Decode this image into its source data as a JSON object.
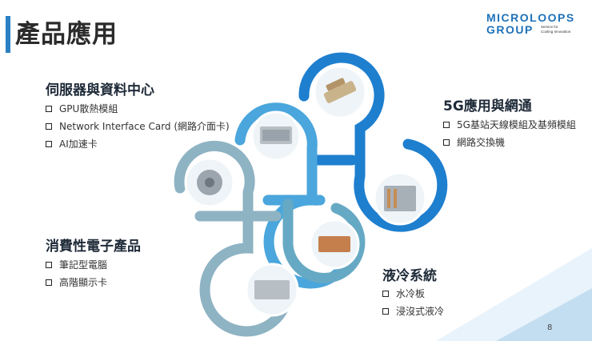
{
  "slide": {
    "title": "產品應用",
    "page_number": "8"
  },
  "logo": {
    "line1": "MICROLOOPS",
    "line2": "GROUP",
    "tagline1": "Service for",
    "tagline2": "Cooling Innovation"
  },
  "sections": [
    {
      "heading": "伺服器與資料中心",
      "items": [
        "GPU散熱模組",
        "Network Interface Card (網路介面卡)",
        "AI加速卡"
      ]
    },
    {
      "heading": "5G應用與網通",
      "items": [
        "5G基站天線模組及基頻模組",
        "網路交換機"
      ]
    },
    {
      "heading": "消費性電子產品",
      "items": [
        "筆記型電腦",
        "高階顯示卡"
      ]
    },
    {
      "heading": "液冷系統",
      "items": [
        "水冷板",
        "浸沒式液冷"
      ]
    }
  ],
  "colors": {
    "title_accent": "#2980c3",
    "brand": "#1f72b8",
    "loop_dark_blue": "#1e7fcf",
    "loop_mid_blue": "#4aa6dc",
    "loop_teal": "#66a9c4",
    "loop_grey": "#8eb3c3",
    "corner_light": "#e9f3fb",
    "corner_mid": "#c4def1"
  },
  "icons": [
    "checkbox-icon",
    "heat-pipe-product-image",
    "heat-sink-product-image",
    "fan-module-product-image",
    "cold-plate-product-image"
  ]
}
